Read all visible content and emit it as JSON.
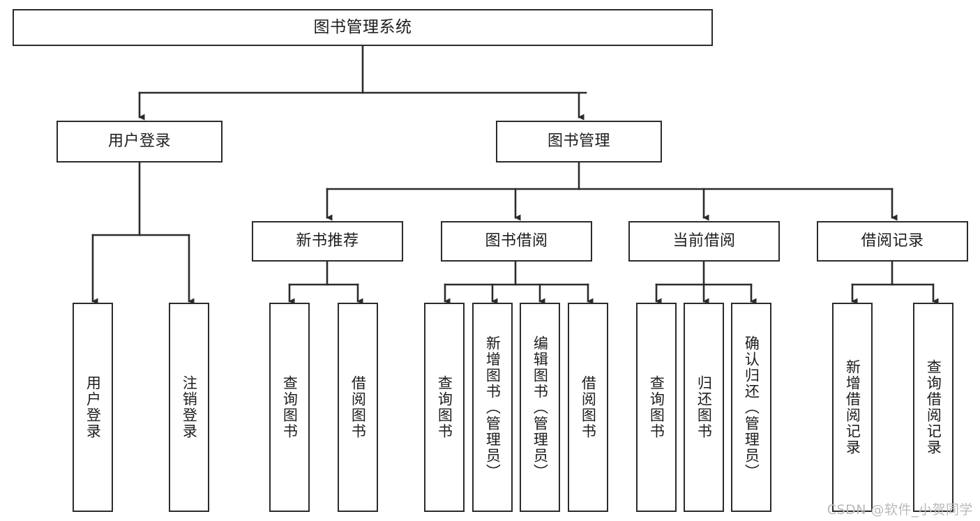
{
  "diagram": {
    "type": "tree",
    "title": "图书管理系统",
    "root": {
      "label": "图书管理系统"
    },
    "level1": [
      {
        "label": "用户登录"
      },
      {
        "label": "图书管理"
      }
    ],
    "level2": [
      {
        "label": "新书推荐"
      },
      {
        "label": "图书借阅"
      },
      {
        "label": "当前借阅"
      },
      {
        "label": "借阅记录"
      }
    ],
    "leaves": {
      "user_login": [
        {
          "label": "用户登录"
        },
        {
          "label": "注销登录"
        }
      ],
      "new_book_recommend": [
        {
          "label": "查询图书"
        },
        {
          "label": "借阅图书"
        }
      ],
      "book_borrow": [
        {
          "label": "查询图书"
        },
        {
          "label": "新增图书（管理员）"
        },
        {
          "label": "编辑图书（管理员）"
        },
        {
          "label": "借阅图书"
        }
      ],
      "current_borrow": [
        {
          "label": "查询图书"
        },
        {
          "label": "归还图书"
        },
        {
          "label": "确认归还（管理员）"
        }
      ],
      "borrow_record": [
        {
          "label": "新增借阅记录"
        },
        {
          "label": "查询借阅记录"
        }
      ]
    }
  },
  "watermark": {
    "text": "CSDN @软件_小贺同学"
  },
  "colors": {
    "box_border": "#2b2b2b",
    "box_fill": "#ffffff",
    "edge": "#2b2b2b",
    "text": "#1d1d1d",
    "watermark": "#b9b9b9"
  }
}
